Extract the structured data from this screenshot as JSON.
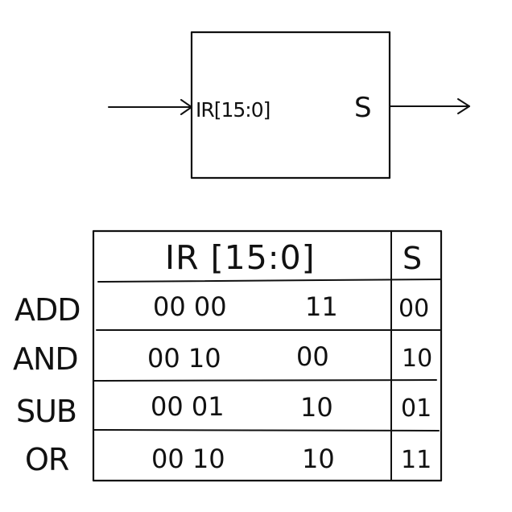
{
  "block": {
    "input_label": "IR[15:0]",
    "output_label": "S"
  },
  "table": {
    "headers": [
      "IR [15:0]",
      "S"
    ],
    "rows": [
      {
        "op": "ADD",
        "ir_high": "00 00",
        "ir_low": "11",
        "s": "00"
      },
      {
        "op": "AND",
        "ir_high": "00 10",
        "ir_low": "00",
        "s": "10"
      },
      {
        "op": "SUB",
        "ir_high": "00 01",
        "ir_low": "10",
        "s": "01"
      },
      {
        "op": "OR",
        "ir_high": "00 10",
        "ir_low": "10",
        "s": "11"
      }
    ]
  },
  "colors": {
    "ink": "#111111",
    "background": "#ffffff"
  }
}
